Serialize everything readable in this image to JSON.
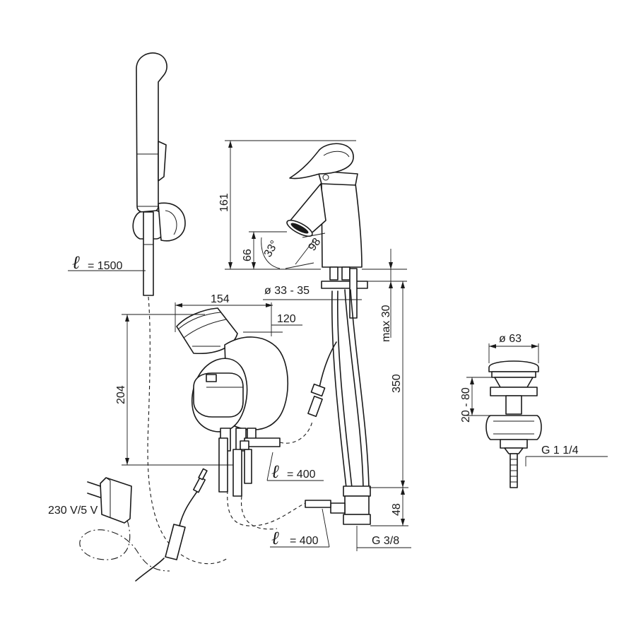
{
  "labels": {
    "hose_length": "= 1500",
    "dim_161": "161",
    "dim_66": "66",
    "dim_angle": "33°",
    "dim_98": "98",
    "hole_diameter": "ø 33 - 35",
    "max_thickness": "max 30",
    "dim_154": "154",
    "dim_120": "120",
    "dim_204": "204",
    "dim_350": "350",
    "cable_length": "= 400",
    "pipe_length": "= 400",
    "power_supply": "230 V/5 V",
    "dim_48": "48",
    "thread_g38": "G 3/8",
    "waste_diameter": "ø 63",
    "waste_height": "20 - 80",
    "thread_g114": "G 1 1/4",
    "ell_symbol": "ℓ"
  }
}
